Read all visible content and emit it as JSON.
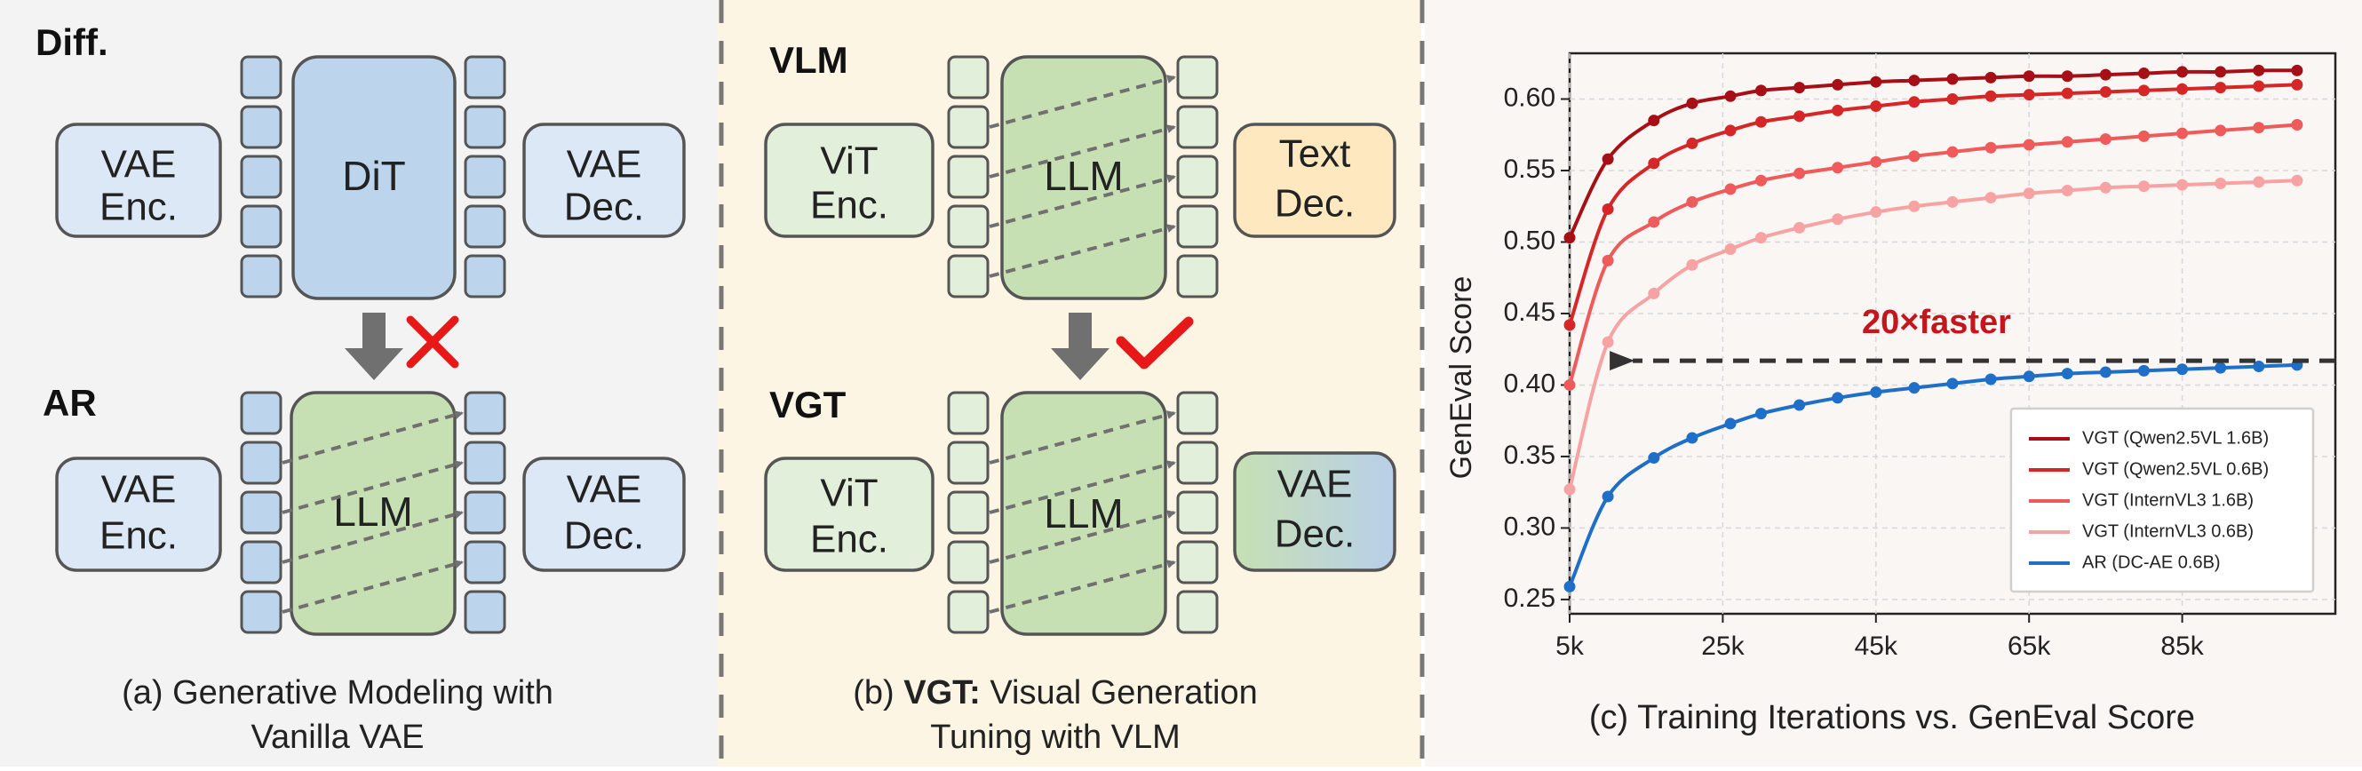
{
  "colors": {
    "panel_a_bg": "#f3f3f3",
    "panel_b_bg": "#fdf5e3",
    "panel_c_bg": "#f9f6f3",
    "vae_blue": "#dce8f5",
    "dit_blue": "#bdd5ec",
    "token_blue": "#bdd5ec",
    "llm_green": "#c6e0b4",
    "token_green": "#e2efda",
    "vit_green": "#e2efda",
    "text_dec_yellow": "#fde8bf",
    "cross_red": "#e81818",
    "check_red": "#e81818",
    "arrow_gray": "#707070"
  },
  "panel_a": {
    "diff_title": "Diff.",
    "ar_title": "AR",
    "vae_enc": [
      "VAE",
      "Enc."
    ],
    "vae_dec": [
      "VAE",
      "Dec."
    ],
    "dit_label": "DiT",
    "llm_label": "LLM",
    "down_arrow_marker": "cross",
    "caption": [
      "(a) Generative Modeling with",
      "Vanilla VAE"
    ]
  },
  "panel_b": {
    "vlm_title": "VLM",
    "vgt_title": "VGT",
    "vit_enc": [
      "ViT",
      "Enc."
    ],
    "text_dec": [
      "Text",
      "Dec."
    ],
    "vae_dec": [
      "VAE",
      "Dec."
    ],
    "llm_label": "LLM",
    "down_arrow_marker": "check",
    "caption_bold": "VGT:",
    "caption_prefix": "(b) ",
    "caption_rest": " Visual Generation",
    "caption_line2": "Tuning with VLM"
  },
  "chart_data": {
    "type": "line",
    "caption": "(c) Training Iterations vs. GenEval Score",
    "ylabel": "GenEval Score",
    "xlabel": "",
    "x_tick_labels": [
      "5k",
      "25k",
      "45k",
      "65k",
      "85k"
    ],
    "x_tick_values": [
      5,
      25,
      45,
      65,
      85
    ],
    "y_tick_labels": [
      "0.25",
      "0.30",
      "0.35",
      "0.40",
      "0.45",
      "0.50",
      "0.55",
      "0.60"
    ],
    "y_tick_values": [
      0.25,
      0.3,
      0.35,
      0.4,
      0.45,
      0.5,
      0.55,
      0.6
    ],
    "xlim": [
      5,
      105
    ],
    "ylim": [
      0.24,
      0.632
    ],
    "grid": true,
    "legend_position": "bottom-right",
    "x": [
      5,
      10,
      16,
      21,
      26,
      30,
      35,
      40,
      45,
      50,
      55,
      60,
      65,
      70,
      75,
      80,
      85,
      90,
      95,
      100
    ],
    "series": [
      {
        "name": "VGT (Qwen2.5VL 1.6B)",
        "color": "#a50f15",
        "values": [
          0.503,
          0.558,
          0.585,
          0.597,
          0.602,
          0.606,
          0.608,
          0.61,
          0.612,
          0.613,
          0.614,
          0.615,
          0.616,
          0.616,
          0.617,
          0.618,
          0.619,
          0.619,
          0.62,
          0.62
        ]
      },
      {
        "name": "VGT (Qwen2.5VL 0.6B)",
        "color": "#d62728",
        "values": [
          0.442,
          0.523,
          0.555,
          0.569,
          0.578,
          0.584,
          0.588,
          0.592,
          0.595,
          0.598,
          0.6,
          0.602,
          0.603,
          0.604,
          0.605,
          0.606,
          0.607,
          0.608,
          0.609,
          0.61
        ]
      },
      {
        "name": "VGT (InternVL3 1.6B)",
        "color": "#ef5a5a",
        "values": [
          0.4,
          0.487,
          0.514,
          0.528,
          0.537,
          0.543,
          0.548,
          0.552,
          0.556,
          0.56,
          0.563,
          0.566,
          0.568,
          0.57,
          0.572,
          0.574,
          0.576,
          0.578,
          0.58,
          0.582
        ]
      },
      {
        "name": "VGT (InternVL3 0.6B)",
        "color": "#f7a3a3",
        "values": [
          0.327,
          0.43,
          0.464,
          0.484,
          0.495,
          0.503,
          0.51,
          0.516,
          0.521,
          0.525,
          0.528,
          0.531,
          0.534,
          0.536,
          0.538,
          0.539,
          0.54,
          0.541,
          0.542,
          0.543
        ]
      },
      {
        "name": "AR   (DC-AE 0.6B)",
        "color": "#1f6fc9",
        "values": [
          0.259,
          0.322,
          0.349,
          0.363,
          0.373,
          0.38,
          0.386,
          0.391,
          0.395,
          0.398,
          0.401,
          0.404,
          0.406,
          0.408,
          0.409,
          0.41,
          0.411,
          0.412,
          0.413,
          0.414
        ]
      }
    ],
    "annotation": {
      "text": "20×faster",
      "color": "#c4161c",
      "arrow_y": 0.417,
      "arrow_from_x": 105,
      "arrow_to_x": 10
    }
  }
}
